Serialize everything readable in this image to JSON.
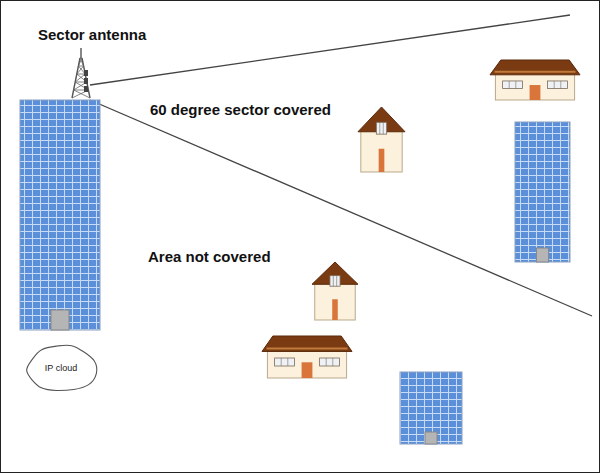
{
  "diagram": {
    "nodes": [
      {
        "text": [
          "IP cloud"
        ]
      }
    ],
    "labels": [
      "Sector antenna",
      "60 degree sector covered",
      "Area not covered"
    ]
  }
}
